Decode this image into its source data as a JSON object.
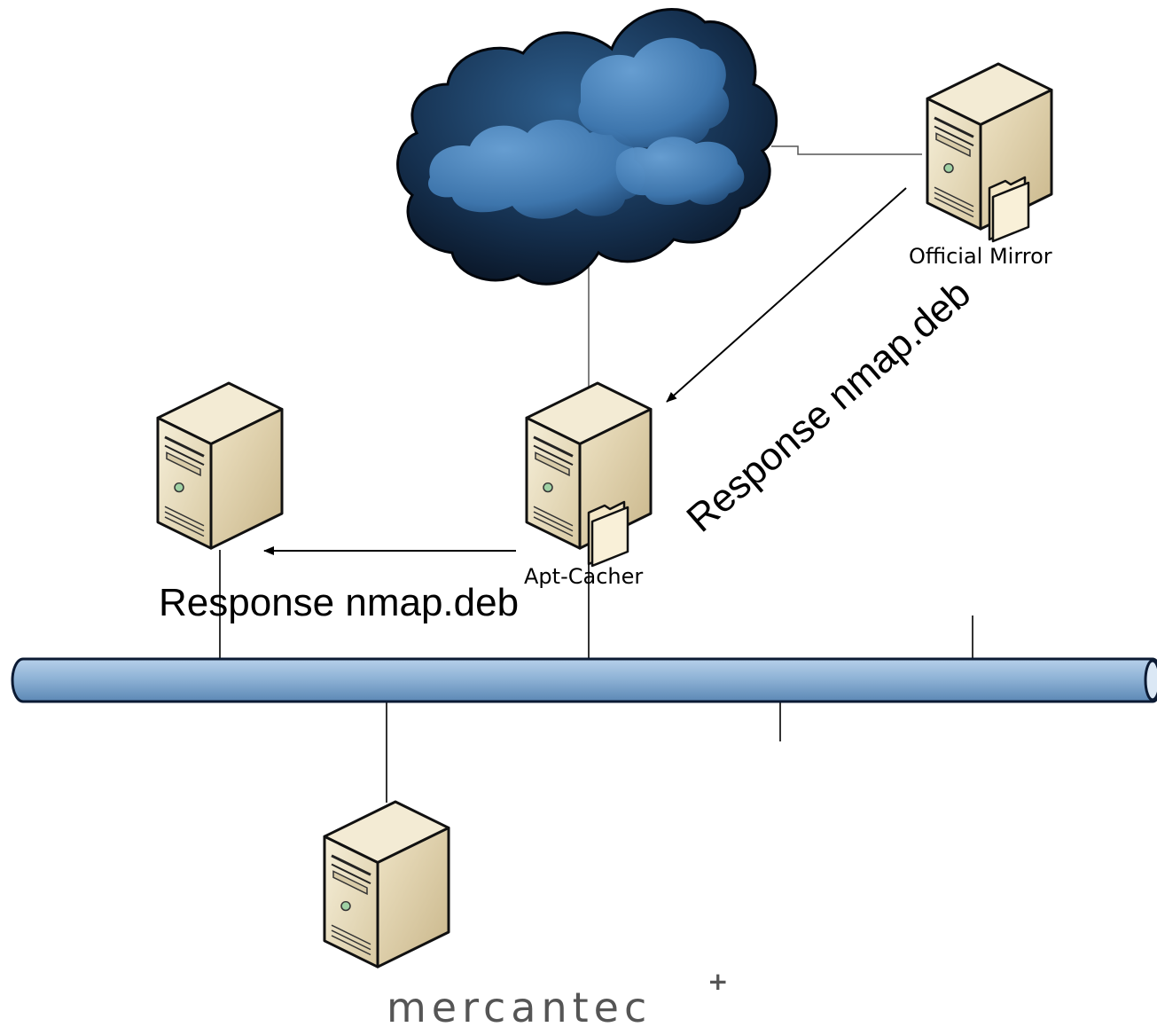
{
  "nodes": {
    "official_mirror": {
      "label": "Official Mirror"
    },
    "apt_cacher": {
      "label": "Apt-Cacher"
    }
  },
  "annotations": {
    "mirror_to_cacher": "Response nmap.deb",
    "cacher_to_client": "Response nmap.deb"
  },
  "logo": {
    "text": "mercantec",
    "mark": "+"
  },
  "icons": [
    "cloud-icon",
    "server-icon",
    "folder-icon",
    "network-bus"
  ],
  "colors": {
    "cloud_dark": "#0d1a2b",
    "cloud_light": "#4a86be",
    "server_body": "#e6d9b8",
    "bus_fill": "#8fb3d6",
    "bus_stroke": "#0b1a33",
    "logo": "#555555"
  }
}
